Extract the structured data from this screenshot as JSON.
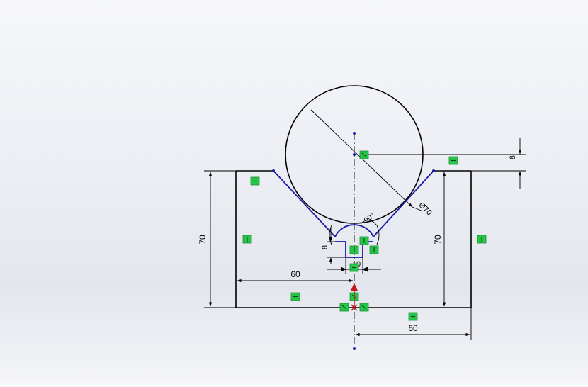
{
  "sketch": {
    "dimensions": {
      "left_height": "70",
      "right_height": "70",
      "left_width": "60",
      "right_width": "60",
      "circle_diameter": "Ø70",
      "top_offset": "8",
      "slot_depth": "8",
      "slot_width": "10",
      "angle": "90°"
    }
  },
  "colors": {
    "geometry": "#000000",
    "sketch_edit": "#1a1aa8",
    "relation_marker": "#27c44a",
    "origin": "#c41818"
  }
}
